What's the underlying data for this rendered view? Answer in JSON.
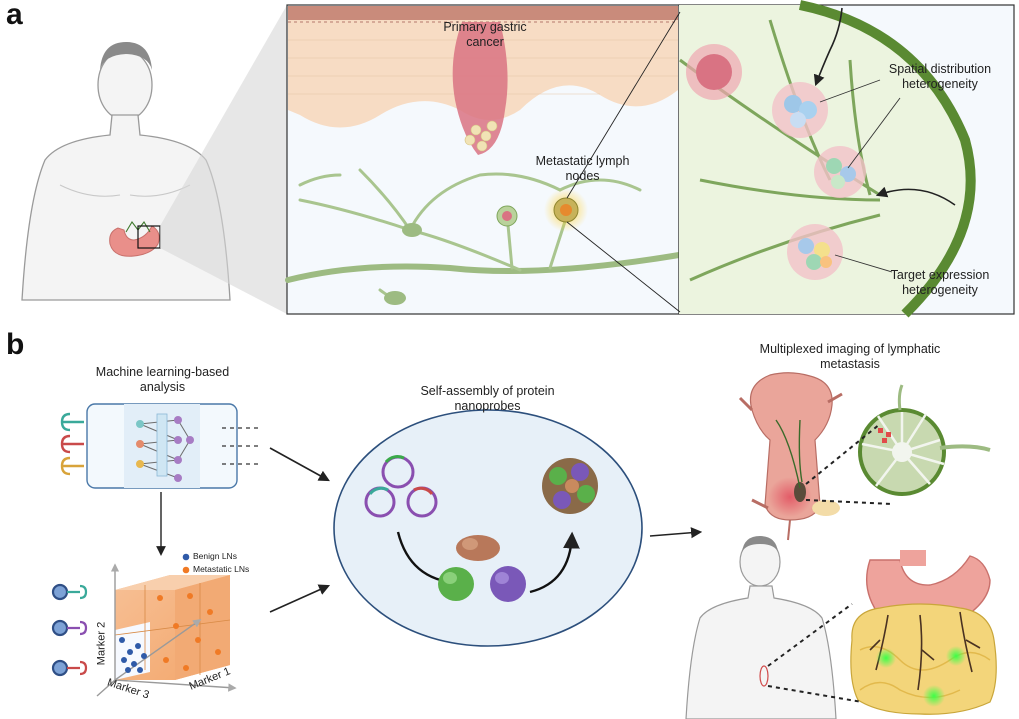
{
  "panels": {
    "a": {
      "letter": "a"
    },
    "b": {
      "letter": "b"
    }
  },
  "panel_a": {
    "primary_cancer": [
      "Primary gastric",
      "cancer"
    ],
    "metastatic_ln": [
      "Metastatic lymph",
      "nodes"
    ],
    "spatial_het": [
      "Spatial distribution",
      "heterogeneity"
    ],
    "target_het": [
      "Target expression",
      "heterogeneity"
    ]
  },
  "panel_b": {
    "ml_title": [
      "Machine learning-based",
      "analysis"
    ],
    "legend": {
      "benign": "Benign LNs",
      "metastatic": "Metastatic LNs"
    },
    "axes": {
      "marker1": "Marker 1",
      "marker2": "Marker 2",
      "marker3": "Marker 3"
    },
    "self_assembly": [
      "Self-assembly of protein",
      "nanoprobes"
    ],
    "multiplexed": [
      "Multiplexed imaging of lymphatic",
      "metastasis"
    ]
  },
  "colors": {
    "vessel_green": "#9dbb82",
    "capsule_green": "#5a8a32",
    "tumor_red": "#d97383",
    "benign_blue": "#2f5aa8",
    "metastatic_orange": "#f07a25",
    "stomach_pink": "#e98f8a"
  }
}
